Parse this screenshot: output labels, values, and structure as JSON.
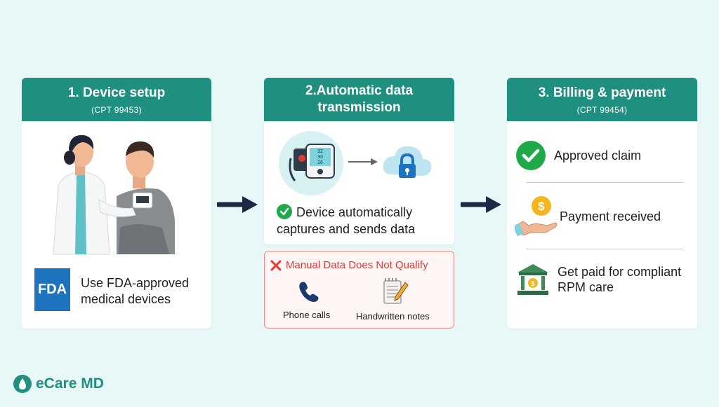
{
  "step1": {
    "title": "1. Device setup",
    "code": "(CPT 99453)",
    "fda_logo": "FDA",
    "desc_line1": "Use FDA-approved",
    "desc_line2": "medical devices"
  },
  "step2": {
    "title_line1": "2.Automatic data",
    "title_line2": "transmission",
    "desc_line1": "Device automatically",
    "desc_line2": "captures and sends data",
    "bp_readings": [
      "32",
      "33",
      "26"
    ]
  },
  "manual": {
    "title": "Manual Data Does Not Qualify",
    "item1": "Phone calls",
    "item2": "Handwritten notes"
  },
  "step3": {
    "title": "3. Billing & payment",
    "code": "(CPT 99454)",
    "items": [
      "Approved claim",
      "Payment received"
    ],
    "paid_line1": "Get paid for compliant",
    "paid_line2": "RPM care"
  },
  "brand": {
    "name": "eCare MD"
  },
  "colors": {
    "teal": "#1f8f7f",
    "background": "#e8f8f9",
    "check_green": "#1faa4a",
    "error_red": "#e53935",
    "arrow": "#1b2a44"
  }
}
